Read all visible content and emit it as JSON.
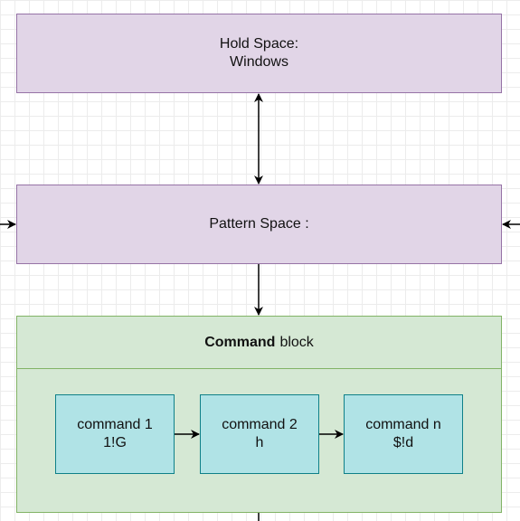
{
  "hold_space": {
    "line1": "Hold Space:",
    "line2": "Windows"
  },
  "pattern_space": {
    "label": "Pattern Space :"
  },
  "command_block": {
    "title_bold": "Command",
    "title_rest": "block",
    "commands": [
      {
        "name": "command 1",
        "code": "1!G"
      },
      {
        "name": "command 2",
        "code": "h"
      },
      {
        "name": "command n",
        "code": "$!d"
      }
    ]
  },
  "colors": {
    "space_fill": "#e1d5e7",
    "space_border": "#9673a6",
    "block_fill": "#d5e8d4",
    "block_border": "#82b366",
    "command_fill": "#b0e3e6",
    "command_border": "#0e8088"
  }
}
